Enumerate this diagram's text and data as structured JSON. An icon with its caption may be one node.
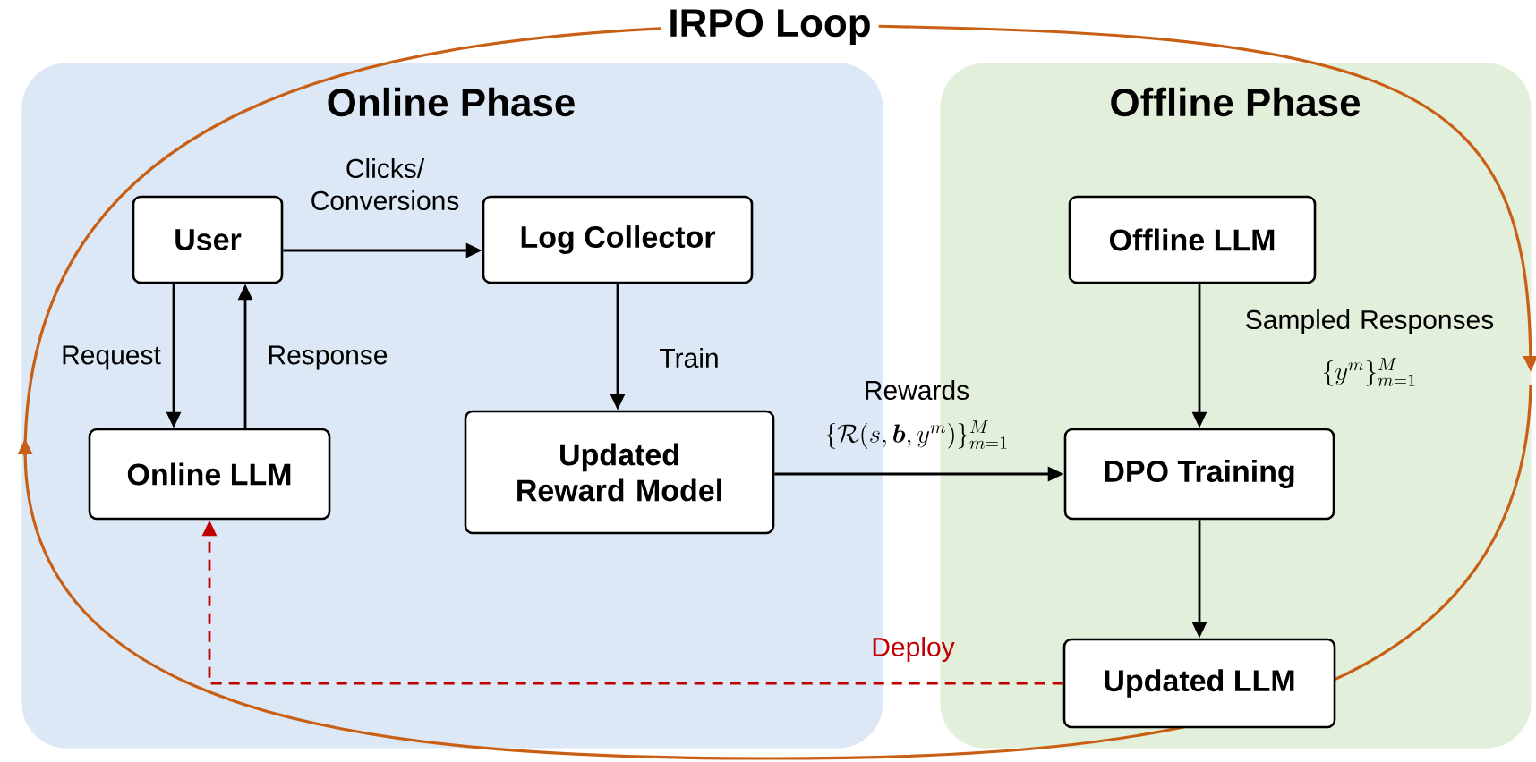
{
  "diagram": {
    "title": "IRPO Loop",
    "nodes": [
      {
        "text": [
          "Online Phase"
        ]
      },
      {
        "text": [
          "Offline Phase"
        ]
      },
      {
        "text": [
          "User"
        ],
        "in": 0
      },
      {
        "text": [
          "Log Collector"
        ],
        "in": 0
      },
      {
        "text": [
          "Online LLM"
        ],
        "in": 0
      },
      {
        "text": [
          "Updated Reward Model"
        ],
        "in": 0
      },
      {
        "text": [
          "Offline LLM"
        ],
        "in": 1
      },
      {
        "text": [
          "DPO Training"
        ],
        "in": 1
      },
      {
        "text": [
          "Updated LLM"
        ],
        "in": 1
      }
    ],
    "edges": [
      {
        "from": 2,
        "to": 3,
        "arrow": "to",
        "label": "Clicks/ Conversions"
      },
      {
        "from": 2,
        "to": 4,
        "arrow": "to",
        "label": "Request"
      },
      {
        "from": 4,
        "to": 2,
        "arrow": "to",
        "label": "Response"
      },
      {
        "from": 3,
        "to": 5,
        "arrow": "to",
        "label": "Train"
      },
      {
        "from": 5,
        "to": 7,
        "arrow": "to",
        "label": "Rewards"
      },
      {
        "from": 6,
        "to": 7,
        "arrow": "to",
        "label": "Sampled Responses"
      },
      {
        "from": 7,
        "to": 8,
        "arrow": "to"
      },
      {
        "from": 8,
        "to": 4,
        "arrow": "to",
        "label": "Deploy",
        "style": "dashed",
        "color": "#c00000"
      }
    ],
    "labels": [
      "\\{\\mathcal{R}(s, \\boldsymbol{b}, y^m)\\}_{m=1}^M",
      "\\{y^m\\}_{m=1}^M"
    ]
  }
}
